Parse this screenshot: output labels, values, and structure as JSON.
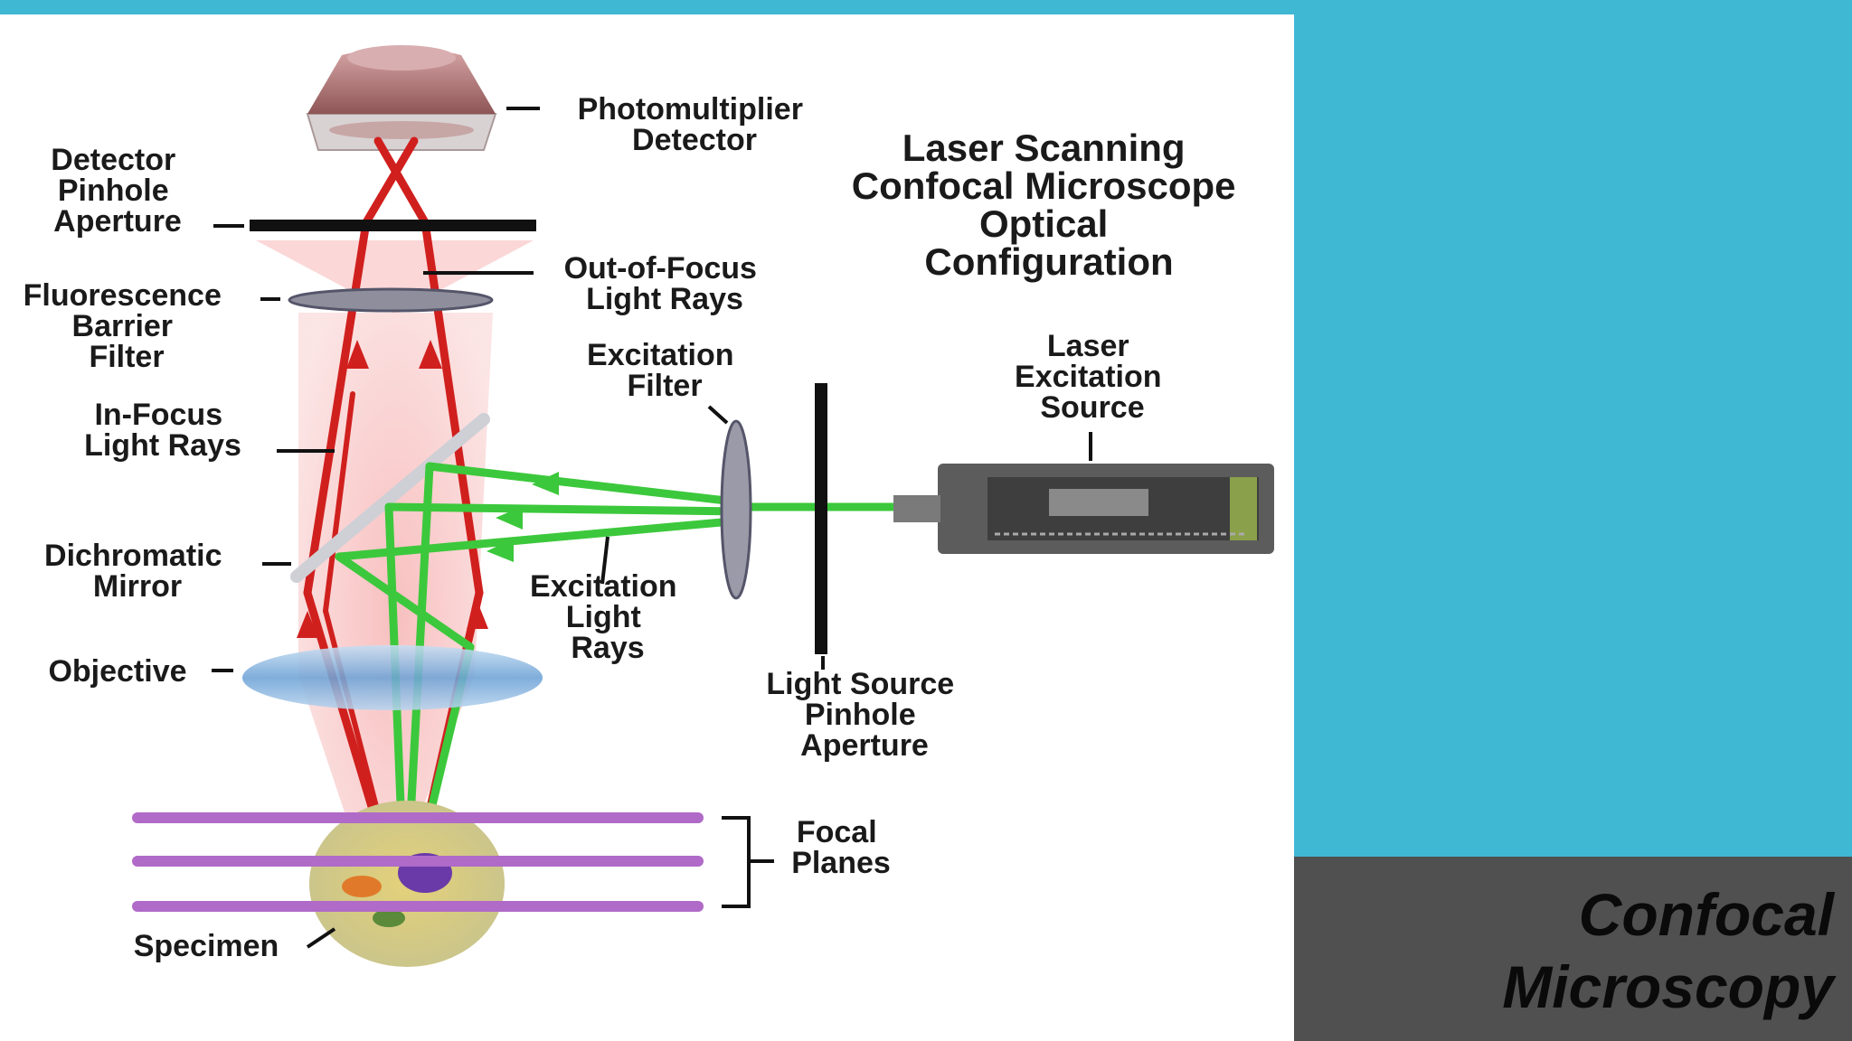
{
  "slide": {
    "title_lines": [
      "Confocal",
      "Microscopy"
    ]
  },
  "diagram": {
    "heading": [
      "Laser Scanning",
      "Confocal Microscope",
      "Optical",
      "Configuration"
    ],
    "labels": {
      "photomultiplier": [
        "Photomultiplier",
        "Detector"
      ],
      "detector_pinhole": [
        "Detector",
        "Pinhole",
        "Aperture"
      ],
      "out_of_focus": [
        "Out-of-Focus",
        "Light Rays"
      ],
      "barrier_filter": [
        "Fluorescence",
        "Barrier",
        "Filter"
      ],
      "excitation_filter": [
        "Excitation",
        "Filter"
      ],
      "laser_source": [
        "Laser",
        "Excitation",
        "Source"
      ],
      "in_focus": [
        "In-Focus",
        "Light Rays"
      ],
      "dichromatic": [
        "Dichromatic",
        "Mirror"
      ],
      "excitation_rays": [
        "Excitation",
        "Light",
        "Rays"
      ],
      "objective": [
        "Objective"
      ],
      "source_pinhole": [
        "Light Source",
        "Pinhole",
        "Aperture"
      ],
      "focal_planes": [
        "Focal",
        "Planes"
      ],
      "specimen": [
        "Specimen"
      ]
    }
  },
  "colors": {
    "accent": "#3fb8d4",
    "title_box": "#505050",
    "emission": "#d0201e",
    "excitation": "#3cc83c",
    "focal_plane": "#b06ac8"
  }
}
